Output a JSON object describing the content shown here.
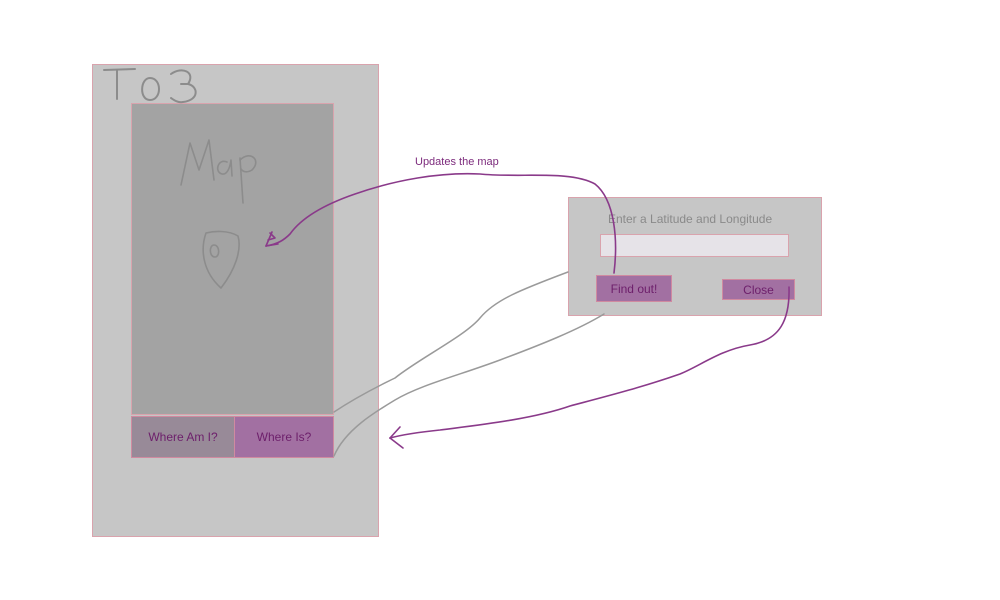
{
  "screen": {
    "title_sketch": "T03",
    "map_sketch_label": "Map"
  },
  "buttons": {
    "where_am_i": "Where Am I?",
    "where_is": "Where Is?"
  },
  "dialog": {
    "prompt": "Enter a Latitude and Longitude",
    "input_value": "",
    "find_label": "Find out!",
    "close_label": "Close"
  },
  "annotation": {
    "updates_map": "Updates the map"
  },
  "colors": {
    "frame": "#c6c6c6",
    "map": "#a3a3a3",
    "accent": "#a270a2",
    "arrow": "#8a3a8a",
    "sketch": "#8c8c8c"
  },
  "icons": {
    "map_marker": "map-marker-icon"
  }
}
